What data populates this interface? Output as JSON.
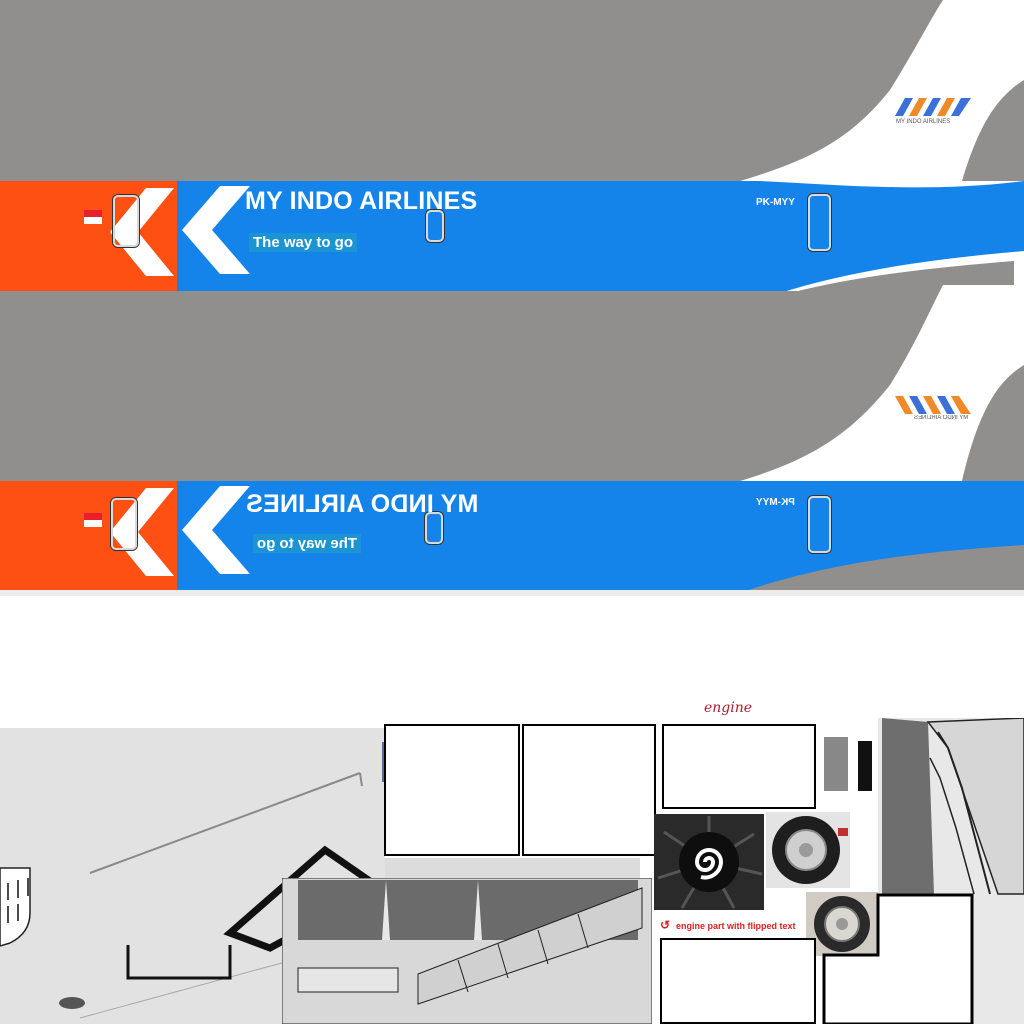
{
  "livery": {
    "airline_name": "MY INDO AIRLINES",
    "slogan": "The way to go",
    "registration": "PK-MYY",
    "tail_logo_text": "MY INDO AIRLINES"
  },
  "notes": {
    "engine_label": "engine",
    "engine_part_note": "engine part with flipped text"
  },
  "colors": {
    "fuselage_grey": "#918e8e",
    "stripe_orange": "#ff5014",
    "stripe_blue": "#1584ea",
    "slogan_highlight": "#1a94d2",
    "flag_red": "#e8202c",
    "logo_blue": "#3c6fd8",
    "logo_orange": "#f08a28"
  }
}
